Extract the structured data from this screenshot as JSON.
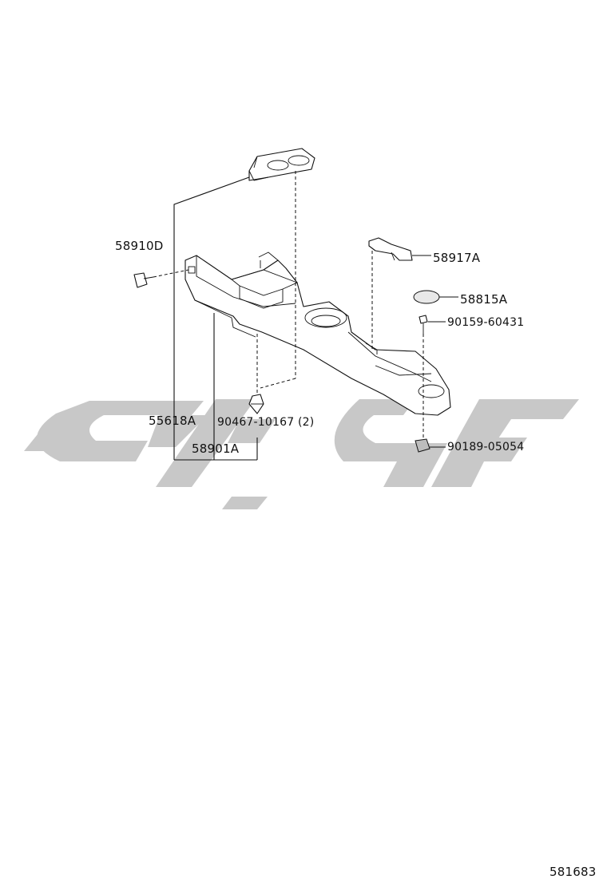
{
  "parts": [
    {
      "id": "58910D"
    },
    {
      "id": "58917A"
    },
    {
      "id": "58815A"
    },
    {
      "id": "90159-60431"
    },
    {
      "id": "55618A"
    },
    {
      "id": "90467-10167 (2)"
    },
    {
      "id": "58901A"
    },
    {
      "id": "90189-05054"
    }
  ],
  "figure_number": "581683",
  "watermark_color": "#c8c8c8"
}
